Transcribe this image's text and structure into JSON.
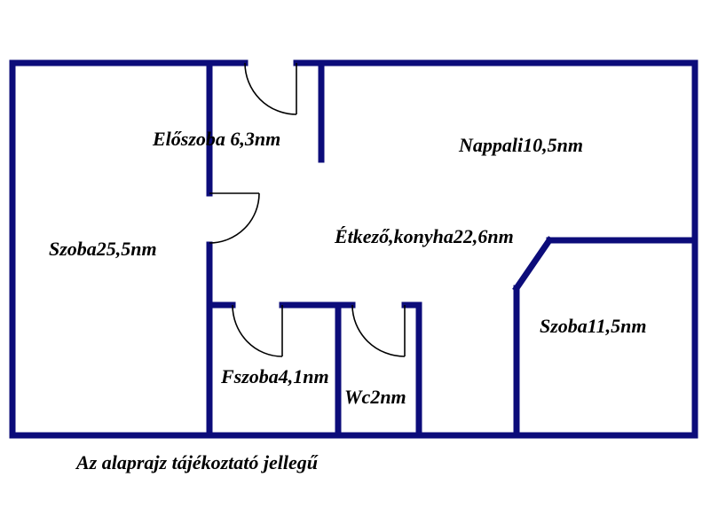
{
  "colors": {
    "wall": "#0c0c7a",
    "door": "#000000",
    "text": "#000000",
    "background": "#ffffff"
  },
  "rooms": {
    "eloszoba": "Előszoba 6,3nm",
    "nappali": "Nappali10,5nm",
    "szoba_left": "Szoba25,5nm",
    "etkezo_konyha": "Étkező,konyha22,6nm",
    "szoba_right": "Szoba11,5nm",
    "fszoba": "Fszoba4,1nm",
    "wc": "Wc2nm"
  },
  "caption": "Az alaprajz tájékoztató jellegű"
}
